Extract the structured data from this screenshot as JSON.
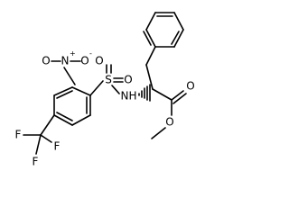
{
  "molecule": {
    "atoms": {
      "nitro_o_left": "O",
      "nitro_n": "N",
      "nitro_plus": "+",
      "nitro_o_right": "O",
      "nitro_minus": "-",
      "sulfonyl_o_left": "O",
      "sulfur": "S",
      "sulfonyl_o_right": "O",
      "amide_n": "N",
      "amide_h": "H",
      "ester_o_carbonyl": "O",
      "ester_o_methoxy": "O",
      "fluorine_top": "F",
      "fluorine_left": "F",
      "fluorine_bottom": "F"
    }
  }
}
